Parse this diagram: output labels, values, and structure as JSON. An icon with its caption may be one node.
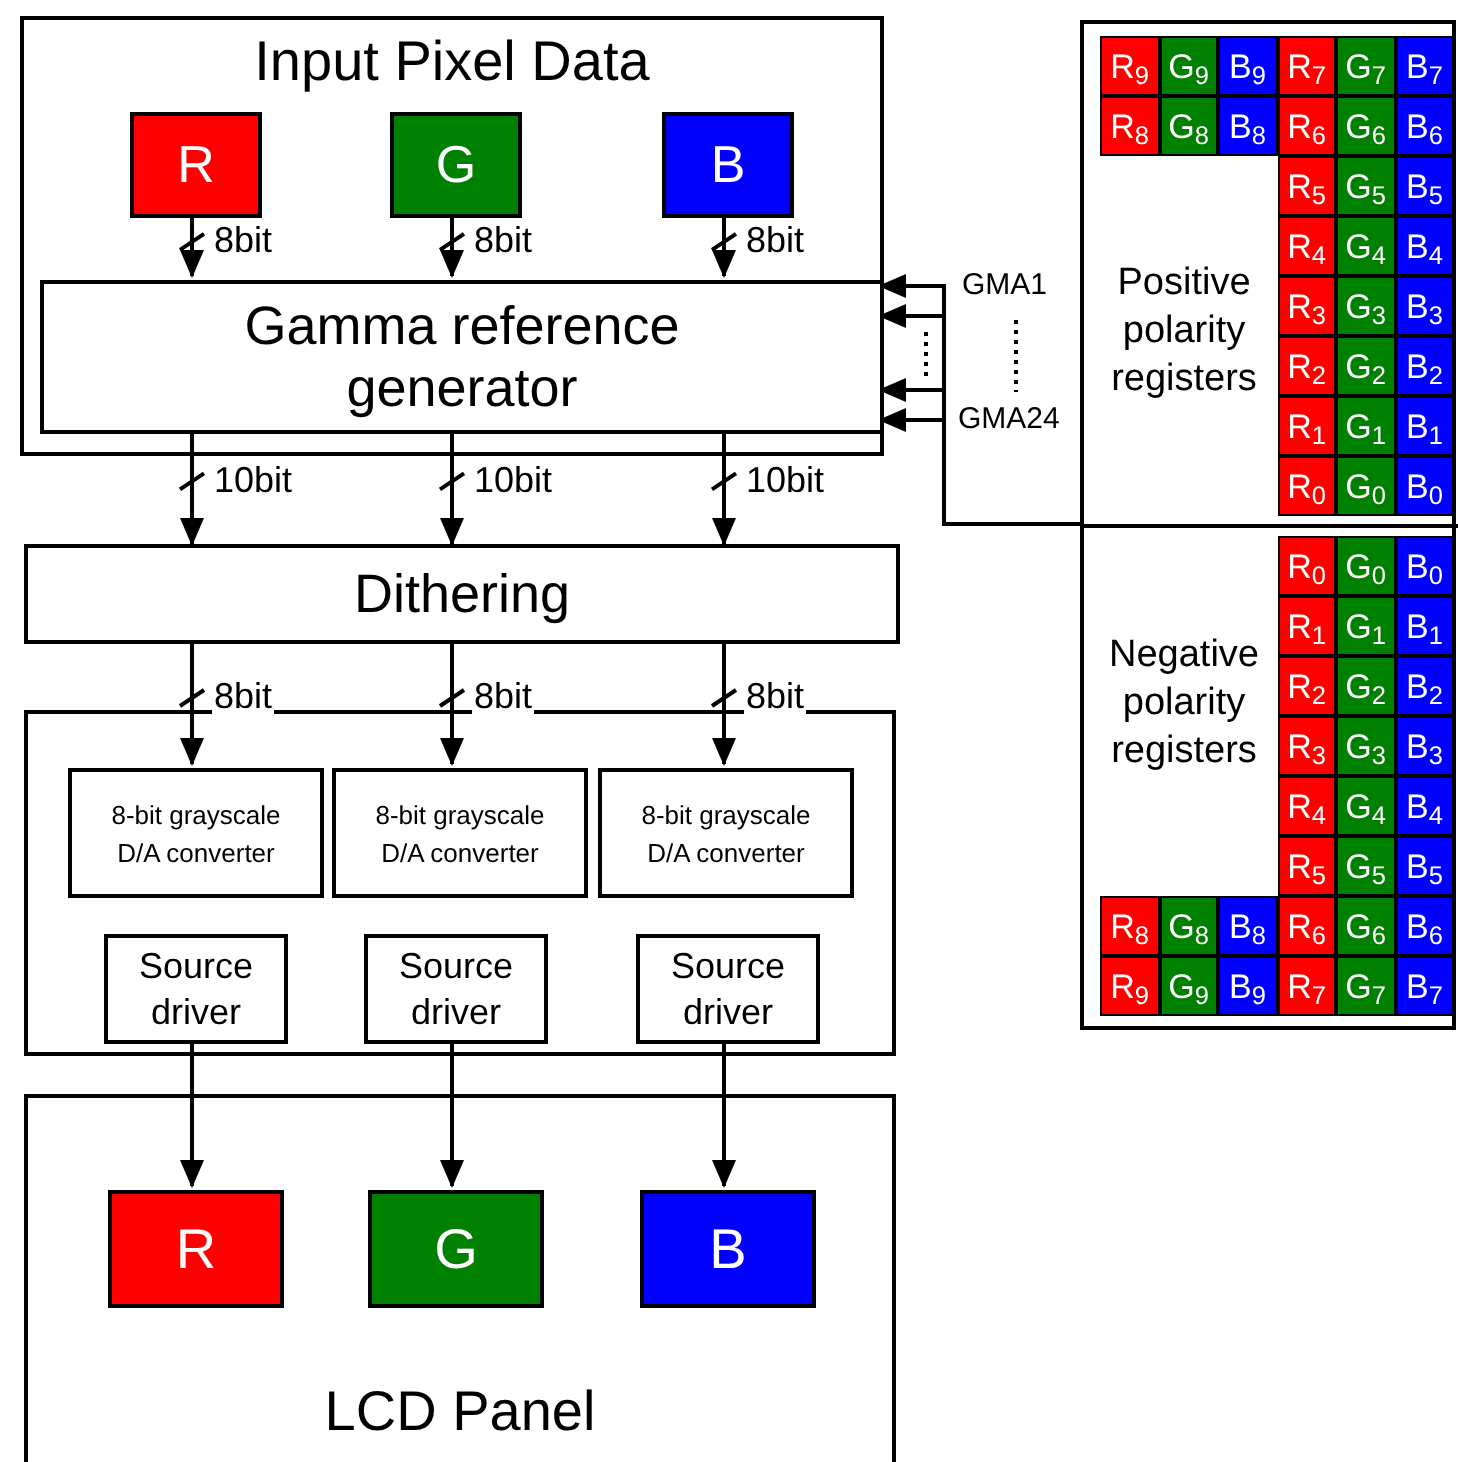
{
  "diagram": {
    "nodes": [
      {
        "text": [
          "Input Pixel Data"
        ]
      },
      {
        "text": [
          "R"
        ],
        "in": 0
      },
      {
        "text": [
          "G"
        ],
        "in": 0
      },
      {
        "text": [
          "B"
        ],
        "in": 0
      },
      {
        "text": [
          "Gamma reference generator"
        ],
        "in": 0
      },
      {
        "text": [
          "Dithering"
        ]
      },
      {
        "text": [],
        "shape": "box"
      },
      {
        "text": [
          "8-bit grayscale D/A converter"
        ],
        "in": 6
      },
      {
        "text": [
          "8-bit grayscale D/A converter"
        ],
        "in": 6
      },
      {
        "text": [
          "8-bit grayscale D/A converter"
        ],
        "in": 6
      },
      {
        "text": [
          "Source driver"
        ],
        "in": 6
      },
      {
        "text": [
          "Source driver"
        ],
        "in": 6
      },
      {
        "text": [
          "Source driver"
        ],
        "in": 6
      },
      {
        "text": [
          "LCD Panel"
        ]
      },
      {
        "text": [
          "R"
        ],
        "in": 13
      },
      {
        "text": [
          "G"
        ],
        "in": 13
      },
      {
        "text": [
          "B"
        ],
        "in": 13
      },
      {
        "text": [],
        "shape": "box"
      },
      {
        "text": [
          "Positive polarity registers"
        ],
        "in": 17
      },
      {
        "text": [
          "Negative polarity registers"
        ],
        "in": 17
      },
      {
        "text": [
          "R$_{9}$"
        ],
        "in": 18
      },
      {
        "text": [
          "G$_{9}$"
        ],
        "in": 18
      },
      {
        "text": [
          "B$_{9}$"
        ],
        "in": 18
      },
      {
        "text": [
          "R$_{7}$"
        ],
        "in": 18
      },
      {
        "text": [
          "G$_{7}$"
        ],
        "in": 18
      },
      {
        "text": [
          "B$_{7}$"
        ],
        "in": 18
      },
      {
        "text": [
          "R$_{8}$"
        ],
        "in": 18
      },
      {
        "text": [
          "G$_{8}$"
        ],
        "in": 18
      },
      {
        "text": [
          "B$_{8}$"
        ],
        "in": 18
      },
      {
        "text": [
          "R$_{6}$"
        ],
        "in": 18
      },
      {
        "text": [
          "G$_{6}$"
        ],
        "in": 18
      },
      {
        "text": [
          "B$_{6}$"
        ],
        "in": 18
      },
      {
        "text": [
          "R$_{5}$"
        ],
        "in": 18
      },
      {
        "text": [
          "G$_{5}$"
        ],
        "in": 18
      },
      {
        "text": [
          "B$_{5}$"
        ],
        "in": 18
      },
      {
        "text": [
          "R$_{4}$"
        ],
        "in": 18
      },
      {
        "text": [
          "G$_{4}$"
        ],
        "in": 18
      },
      {
        "text": [
          "B$_{4}$"
        ],
        "in": 18
      },
      {
        "text": [
          "R$_{3}$"
        ],
        "in": 18
      },
      {
        "text": [
          "G$_{3}$"
        ],
        "in": 18
      },
      {
        "text": [
          "B$_{3}$"
        ],
        "in": 18
      },
      {
        "text": [
          "R$_{2}$"
        ],
        "in": 18
      },
      {
        "text": [
          "G$_{2}$"
        ],
        "in": 18
      },
      {
        "text": [
          "B$_{2}$"
        ],
        "in": 18
      },
      {
        "text": [
          "R$_{1}$"
        ],
        "in": 18
      },
      {
        "text": [
          "G$_{1}$"
        ],
        "in": 18
      },
      {
        "text": [
          "B$_{1}$"
        ],
        "in": 18
      },
      {
        "text": [
          "R$_{0}$"
        ],
        "in": 18
      },
      {
        "text": [
          "G$_{0}$"
        ],
        "in": 18
      },
      {
        "text": [
          "B$_{0}$"
        ],
        "in": 18
      },
      {
        "text": [
          "R$_{0}$"
        ],
        "in": 19
      },
      {
        "text": [
          "G$_{0}$"
        ],
        "in": 19
      },
      {
        "text": [
          "B$_{0}$"
        ],
        "in": 19
      },
      {
        "text": [
          "R$_{1}$"
        ],
        "in": 19
      },
      {
        "text": [
          "G$_{1}$"
        ],
        "in": 19
      },
      {
        "text": [
          "B$_{1}$"
        ],
        "in": 19
      },
      {
        "text": [
          "R$_{2}$"
        ],
        "in": 19
      },
      {
        "text": [
          "G$_{2}$"
        ],
        "in": 19
      },
      {
        "text": [
          "B$_{2}$"
        ],
        "in": 19
      },
      {
        "text": [
          "R$_{3}$"
        ],
        "in": 19
      },
      {
        "text": [
          "G$_{3}$"
        ],
        "in": 19
      },
      {
        "text": [
          "B$_{3}$"
        ],
        "in": 19
      },
      {
        "text": [
          "R$_{4}$"
        ],
        "in": 19
      },
      {
        "text": [
          "G$_{4}$"
        ],
        "in": 19
      },
      {
        "text": [
          "B$_{4}$"
        ],
        "in": 19
      },
      {
        "text": [
          "R$_{5}$"
        ],
        "in": 19
      },
      {
        "text": [
          "G$_{5}$"
        ],
        "in": 19
      },
      {
        "text": [
          "B$_{5}$"
        ],
        "in": 19
      },
      {
        "text": [
          "R$_{8}$"
        ],
        "in": 19
      },
      {
        "text": [
          "G$_{8}$"
        ],
        "in": 19
      },
      {
        "text": [
          "B$_{8}$"
        ],
        "in": 19
      },
      {
        "text": [
          "R$_{6}$"
        ],
        "in": 19
      },
      {
        "text": [
          "G$_{6}$"
        ],
        "in": 19
      },
      {
        "text": [
          "B$_{6}$"
        ],
        "in": 19
      },
      {
        "text": [
          "R$_{9}$"
        ],
        "in": 19
      },
      {
        "text": [
          "G$_{9}$"
        ],
        "in": 19
      },
      {
        "text": [
          "B$_{9}$"
        ],
        "in": 19
      },
      {
        "text": [
          "R$_{7}$"
        ],
        "in": 19
      },
      {
        "text": [
          "G$_{7}$"
        ],
        "in": 19
      },
      {
        "text": [
          "B$_{7}$"
        ],
        "in": 19
      }
    ],
    "edges": [
      {
        "from": 1,
        "to": 4,
        "arrow": "to",
        "label": "8bit"
      },
      {
        "from": 2,
        "to": 4,
        "arrow": "to",
        "label": "8bit"
      },
      {
        "from": 3,
        "to": 4,
        "arrow": "to",
        "label": "8bit"
      },
      {
        "from": 4,
        "to": 5,
        "arrow": "to",
        "label": "10bit"
      },
      {
        "from": 4,
        "to": 5,
        "arrow": "to",
        "label": "10bit"
      },
      {
        "from": 4,
        "to": 5,
        "arrow": "to",
        "label": "10bit"
      },
      {
        "from": 5,
        "to": 7,
        "arrow": "to",
        "label": "8bit"
      },
      {
        "from": 5,
        "to": 8,
        "arrow": "to",
        "label": "8bit"
      },
      {
        "from": 5,
        "to": 9,
        "arrow": "to",
        "label": "8bit"
      },
      {
        "from": 10,
        "to": 14,
        "arrow": "to"
      },
      {
        "from": 11,
        "to": 15,
        "arrow": "to"
      },
      {
        "from": 12,
        "to": 16,
        "arrow": "to"
      },
      {
        "from": 17,
        "to": 4,
        "arrow": "to",
        "label": "GMA1"
      },
      {
        "from": 17,
        "to": 4,
        "arrow": "to"
      },
      {
        "from": 17,
        "to": 4,
        "arrow": "to"
      },
      {
        "from": 17,
        "to": 4,
        "arrow": "to",
        "label": "GMA24"
      }
    ]
  }
}
